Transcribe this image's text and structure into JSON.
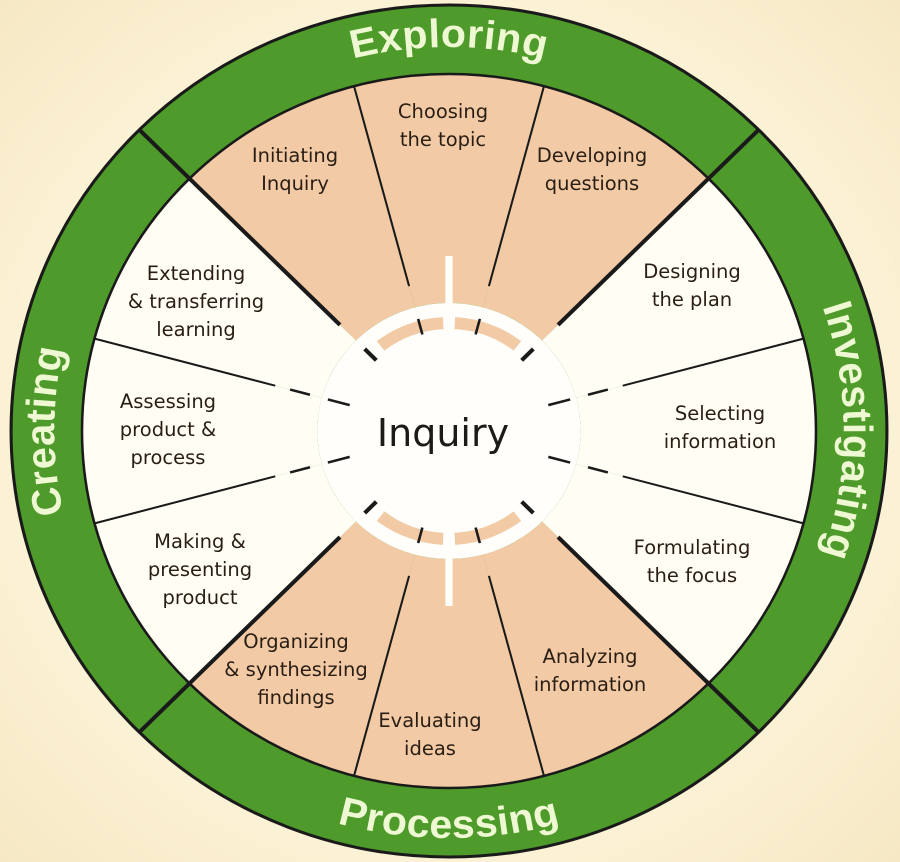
{
  "center_label": "Inquiry",
  "colors": {
    "ring_green": "#4e9a2a",
    "ring_text": "#eef8d2",
    "tan_sector": "#f2cba6",
    "light_sector": "#fffdf4",
    "line": "#1a1a1a",
    "background": "#fbf3da"
  },
  "phases": [
    {
      "label": "Exploring"
    },
    {
      "label": "Investigating"
    },
    {
      "label": "Processing"
    },
    {
      "label": "Creating"
    }
  ],
  "steps": [
    {
      "lines": [
        "Initiating",
        "Inquiry"
      ]
    },
    {
      "lines": [
        "Choosing",
        "the topic"
      ]
    },
    {
      "lines": [
        "Developing",
        "questions"
      ]
    },
    {
      "lines": [
        "Designing",
        "the plan"
      ]
    },
    {
      "lines": [
        "Selecting",
        "information"
      ]
    },
    {
      "lines": [
        "Formulating",
        "the focus"
      ]
    },
    {
      "lines": [
        "Analyzing",
        "information"
      ]
    },
    {
      "lines": [
        "Evaluating",
        "ideas"
      ]
    },
    {
      "lines": [
        "Organizing",
        "& synthesizing",
        "findings"
      ]
    },
    {
      "lines": [
        "Making &",
        "presenting",
        "product"
      ]
    },
    {
      "lines": [
        "Assessing",
        "product &",
        "process"
      ]
    },
    {
      "lines": [
        "Extending",
        "& transferring",
        "learning"
      ]
    }
  ]
}
